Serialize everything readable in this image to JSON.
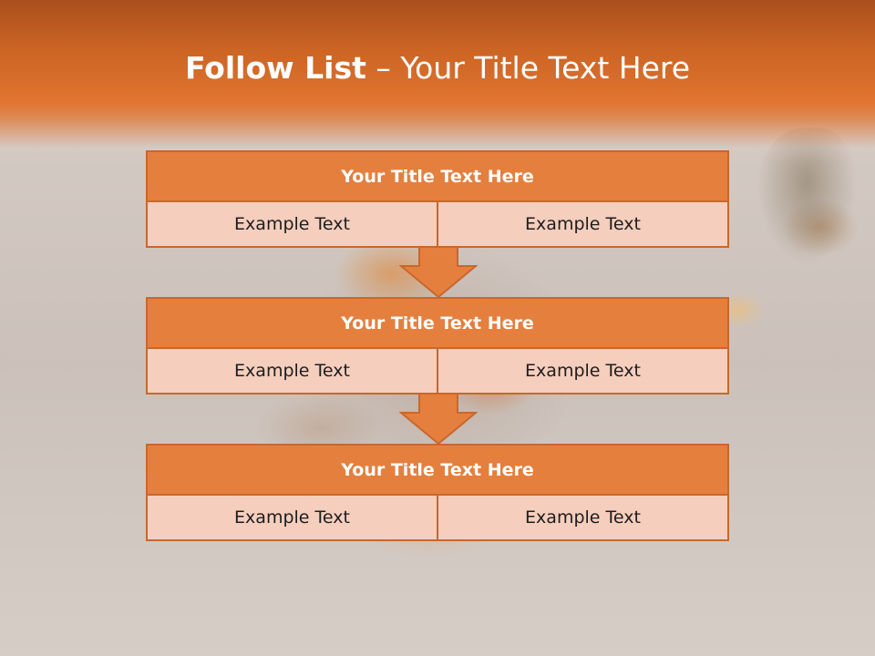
{
  "slide": {
    "title_bold": "Follow List",
    "title_separator": "–",
    "title_rest": "Your Title Text Here"
  },
  "blocks": [
    {
      "title": "Your Title Text Here",
      "left": "Example Text",
      "right": "Example Text"
    },
    {
      "title": "Your Title Text Here",
      "left": "Example Text",
      "right": "Example Text"
    },
    {
      "title": "Your Title Text Here",
      "left": "Example Text",
      "right": "Example Text"
    }
  ],
  "colors": {
    "header_band": "#e07430",
    "block_title_fill": "#e57f3e",
    "block_border": "#c9672c",
    "cell_fill": "#f5cebd",
    "arrow_fill": "#e57f3e"
  }
}
